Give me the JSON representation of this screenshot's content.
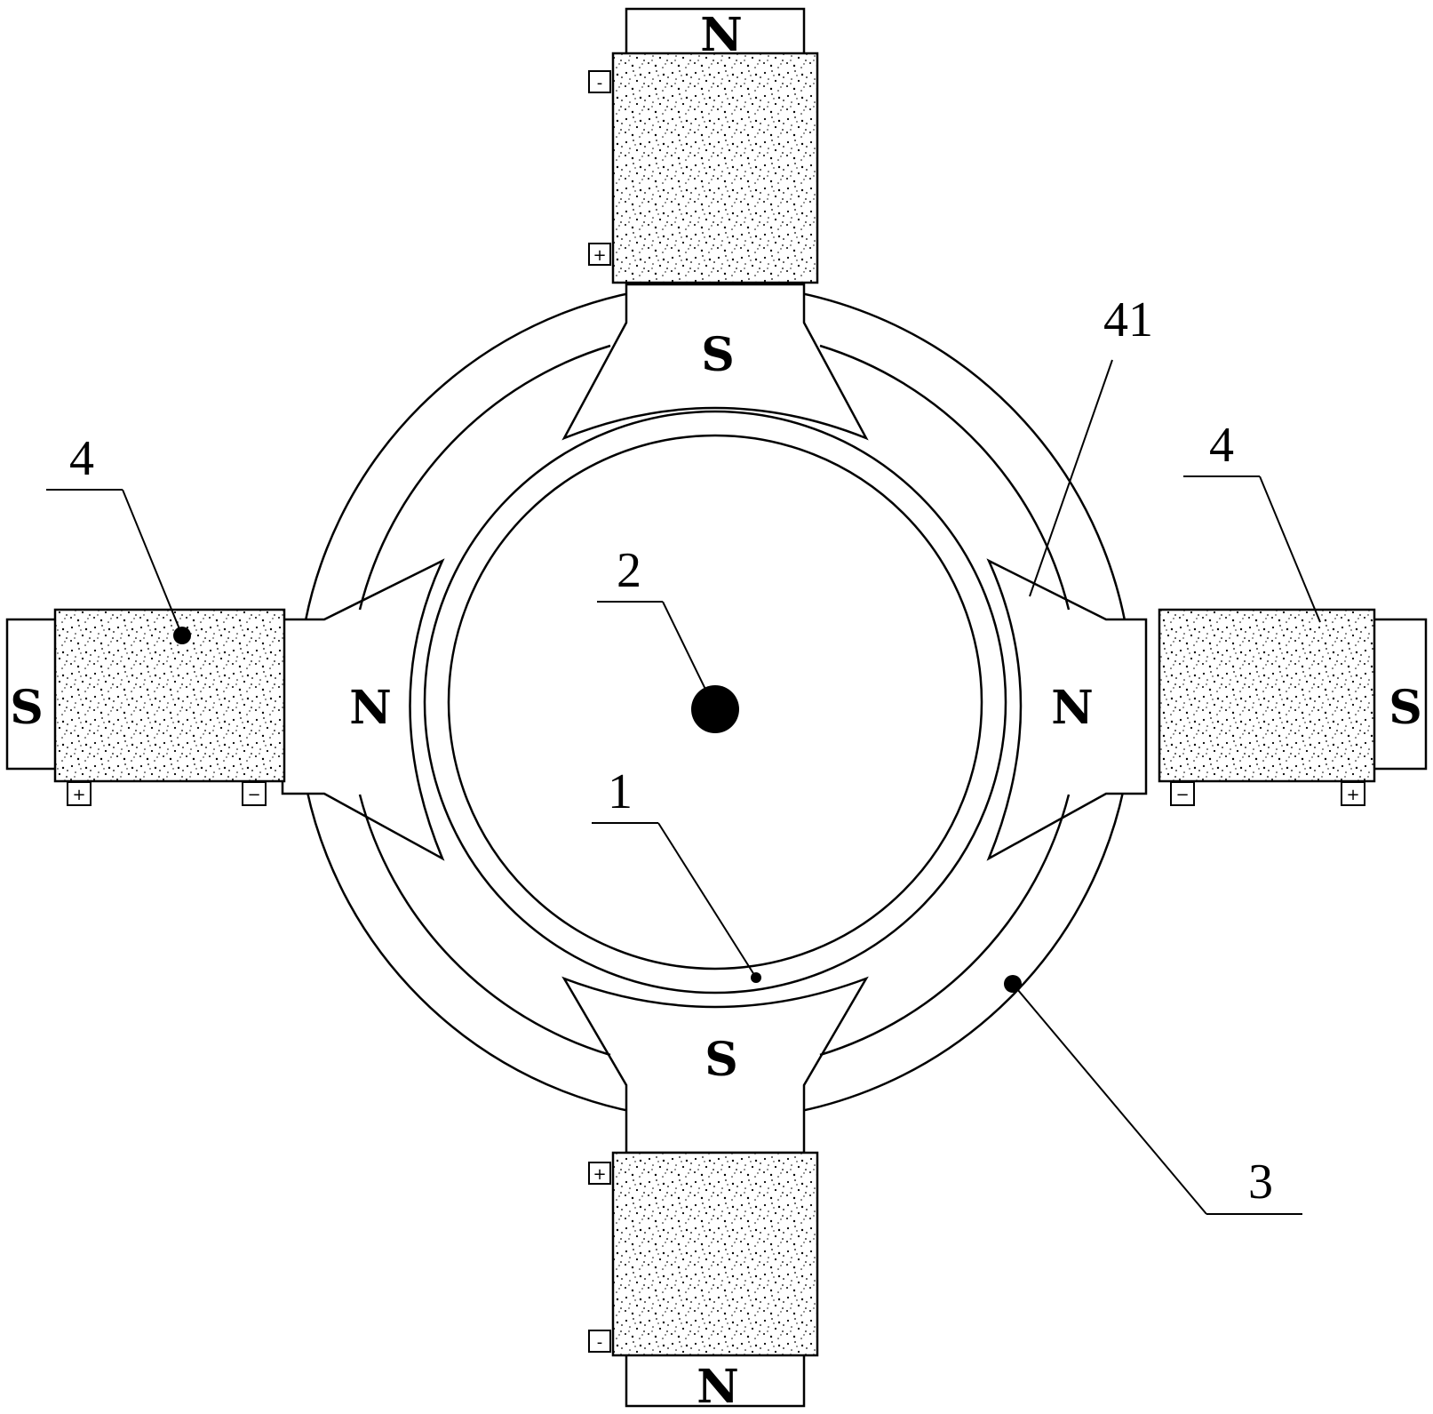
{
  "poles": {
    "top_outer": "N",
    "top_inner": "S",
    "bottom_inner": "S",
    "bottom_outer": "N",
    "left_outer": "S",
    "left_inner": "N",
    "right_inner": "N",
    "right_outer": "S"
  },
  "terminals": {
    "top_upper": "-",
    "top_lower": "+",
    "bottom_upper": "+",
    "bottom_lower": "-",
    "left_a": "+",
    "left_b": "−",
    "right_a": "−",
    "right_b": "+"
  },
  "callouts": {
    "left_coil": "4",
    "right_coil": "4",
    "pole_tip": "41",
    "shaft": "2",
    "rotor": "1",
    "stator": "3"
  },
  "colors": {
    "ink": "#000000",
    "paper": "#ffffff"
  }
}
